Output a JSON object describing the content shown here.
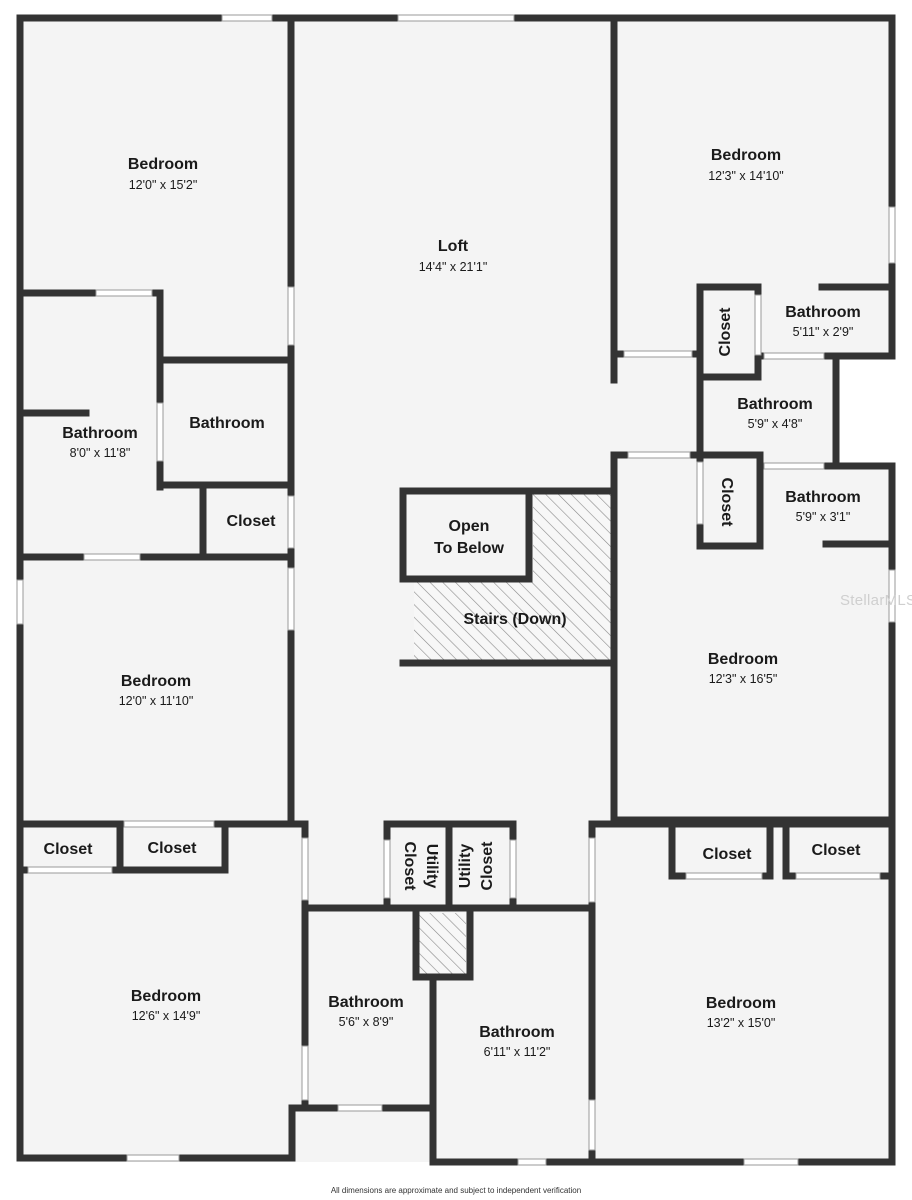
{
  "rooms": {
    "bedroom_top_left": {
      "name": "Bedroom",
      "dim": "12'0\" x 15'2\""
    },
    "loft": {
      "name": "Loft",
      "dim": "14'4\" x 21'1\""
    },
    "bedroom_top_right": {
      "name": "Bedroom",
      "dim": "12'3\" x 14'10\""
    },
    "closet_tr_vertical": {
      "name": "Closet"
    },
    "bathroom_tr": {
      "name": "Bathroom",
      "dim": "5'11\" x 2'9\""
    },
    "bathroom_mid_right": {
      "name": "Bathroom",
      "dim": "5'9\" x 4'8\""
    },
    "closet_mr_vertical": {
      "name": "Closet"
    },
    "bathroom_small_r": {
      "name": "Bathroom",
      "dim": "5'9\" x 3'1\""
    },
    "bathroom_left": {
      "name": "Bathroom",
      "dim": "8'0\" x 11'8\""
    },
    "bathroom_center_l": {
      "name": "Bathroom"
    },
    "closet_left": {
      "name": "Closet"
    },
    "open_to_below": {
      "line1": "Open",
      "line2": "To Below"
    },
    "stairs": {
      "name": "Stairs (Down)"
    },
    "bedroom_mid_left": {
      "name": "Bedroom",
      "dim": "12'0\" x 11'10\""
    },
    "bedroom_mid_right": {
      "name": "Bedroom",
      "dim": "12'3\" x 16'5\""
    },
    "closet_bl_1": {
      "name": "Closet"
    },
    "closet_bl_2": {
      "name": "Closet"
    },
    "utility_closet_1": {
      "line1": "Utility",
      "line2": "Closet"
    },
    "utility_closet_2": {
      "line1": "Utility",
      "line2": "Closet"
    },
    "closet_br_1": {
      "name": "Closet"
    },
    "closet_br_2": {
      "name": "Closet"
    },
    "bedroom_bottom_left": {
      "name": "Bedroom",
      "dim": "12'6\" x 14'9\""
    },
    "bathroom_bottom_1": {
      "name": "Bathroom",
      "dim": "5'6\" x 8'9\""
    },
    "bathroom_bottom_2": {
      "name": "Bathroom",
      "dim": "6'11\" x 11'2\""
    },
    "bedroom_bottom_right": {
      "name": "Bedroom",
      "dim": "13'2\" x 15'0\""
    }
  },
  "watermark": "StellarMLS",
  "footer": "All dimensions are approximate and subject to independent verification",
  "colors": {
    "wall": "#333333",
    "floor": "#f4f4f4",
    "window": "#ffffff",
    "hatch": "#8a8a8a"
  }
}
